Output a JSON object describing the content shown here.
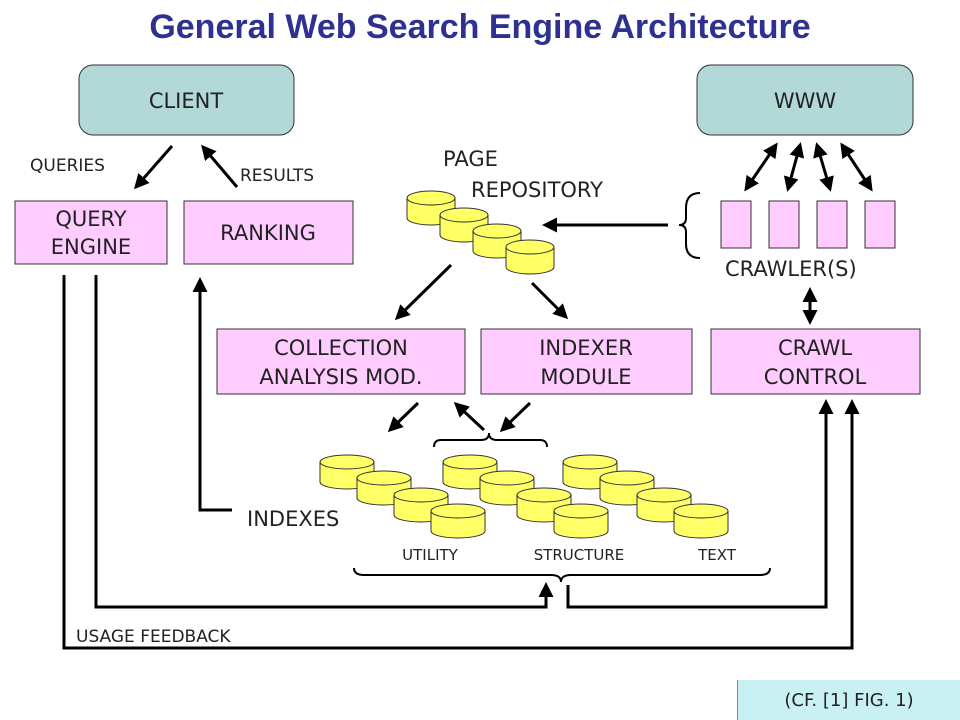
{
  "title": "General Web Search Engine Architecture",
  "nodes": {
    "client": "CLIENT",
    "www": "WWW",
    "query_engine_line1": "QUERY",
    "query_engine_line2": "ENGINE",
    "ranking": "RANKING",
    "collection_line1": "COLLECTION",
    "collection_line2": "ANALYSIS MOD.",
    "indexer_line1": "INDEXER",
    "indexer_line2": "MODULE",
    "crawl_control_line1": "CRAWL",
    "crawl_control_line2": "CONTROL"
  },
  "labels": {
    "queries": "QUERIES",
    "results": "RESULTS",
    "page": "PAGE",
    "repository": "REPOSITORY",
    "crawlers": "CRAWLER(S)",
    "indexes": "INDEXES",
    "utility": "UTILITY",
    "structure": "STRUCTURE",
    "text": "TEXT",
    "usage_feedback": "USAGE FEEDBACK"
  },
  "citation": "(CF. [1] FIG. 1)",
  "colors": {
    "title": "#2e3192",
    "pink_box": "#ffccff",
    "teal_box": "#b2d8d8",
    "cylinder": "#ffff66",
    "citation_bg": "#c9f0f3"
  }
}
